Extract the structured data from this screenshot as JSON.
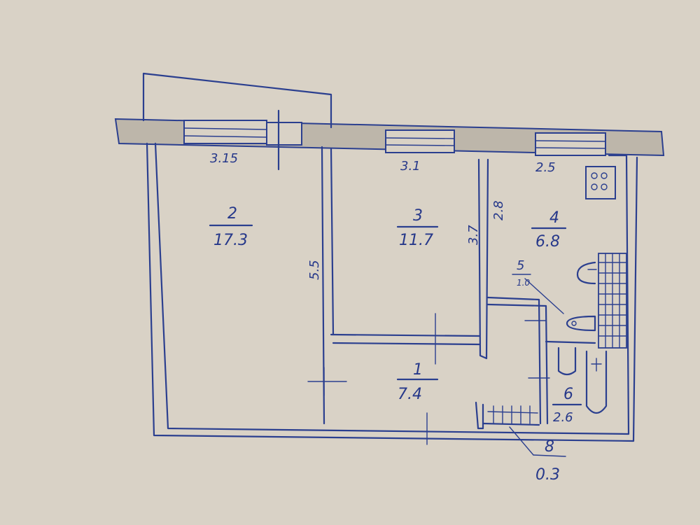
{
  "plan": {
    "rooms": [
      {
        "number": "2",
        "area": "17.3"
      },
      {
        "number": "3",
        "area": "11.7"
      },
      {
        "number": "4",
        "area": "6.8"
      },
      {
        "number": "5",
        "area": "1.0"
      },
      {
        "number": "1",
        "area": "7.4"
      },
      {
        "number": "6",
        "area": "2.6"
      },
      {
        "number": "8",
        "area": "0.3"
      }
    ],
    "dimensions": {
      "room2_width": "3.15",
      "room3_width": "3.1",
      "room4_width": "2.5",
      "room2_depth": "5.5",
      "room3_depth": "3.7",
      "room4_depth": "2.8"
    }
  },
  "colors": {
    "paper": "#d9d2c6",
    "ink": "#2b3f8f"
  }
}
